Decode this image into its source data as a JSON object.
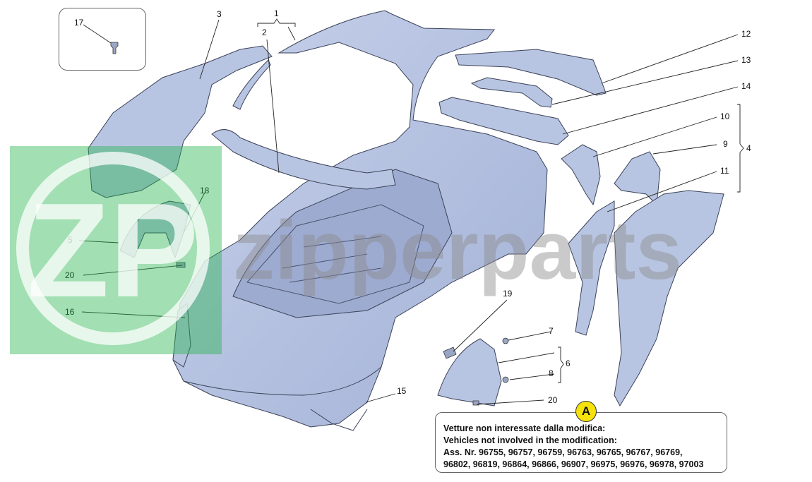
{
  "diagram": {
    "callouts": {
      "c1": "1",
      "c2": "2",
      "c3": "3",
      "c4": "4",
      "c5": "5",
      "c6": "6",
      "c7": "7",
      "c8": "8",
      "c9": "9",
      "c10": "10",
      "c11": "11",
      "c12": "12",
      "c13": "13",
      "c14": "14",
      "c15": "15",
      "c16": "16",
      "c17": "17",
      "c18": "18",
      "c19": "19",
      "c20a": "20",
      "c20b": "20"
    },
    "watermark": {
      "logo": "ZP",
      "text": "zipperparts"
    },
    "note": {
      "badge": "A",
      "line1": "Vetture non interessate dalla modifica:",
      "line2": "Vehicles not involved in the modification:",
      "line3": "Ass. Nr. 96755, 96757, 96759, 96763, 96765, 96767, 96769,",
      "line4": "96802, 96819, 96864, 96866, 96907, 96975, 96976, 96978, 97003"
    },
    "colors": {
      "panel": "#b8c5e2",
      "panel_dark": "#8e9cc4",
      "outline": "#3a4258",
      "watermark_green": "#21b34a"
    }
  }
}
